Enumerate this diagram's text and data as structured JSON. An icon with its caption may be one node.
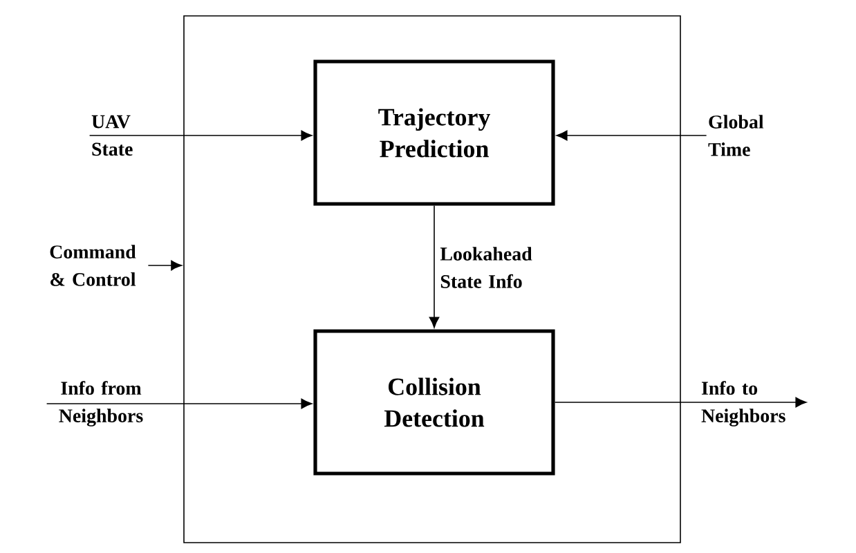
{
  "diagram": {
    "nodes": [
      {
        "text": [],
        "shape": "box"
      },
      {
        "text": [
          "Trajectory Prediction"
        ],
        "in": 0
      },
      {
        "text": [
          "Collision Detection"
        ],
        "in": 0
      },
      {
        "text": [
          "UAV State"
        ]
      },
      {
        "text": [
          "Global Time"
        ]
      },
      {
        "text": [
          "Command & Control"
        ]
      },
      {
        "text": [
          "Info from Neighbors"
        ]
      },
      {
        "text": [
          "Info to Neighbors"
        ]
      }
    ],
    "edges": [
      {
        "from": 3,
        "to": 1,
        "arrow": "to"
      },
      {
        "from": 4,
        "to": 1,
        "arrow": "to"
      },
      {
        "from": 5,
        "to": 0,
        "arrow": "to"
      },
      {
        "from": 1,
        "to": 2,
        "arrow": "to",
        "label": "Lookahead State Info"
      },
      {
        "from": 6,
        "to": 2,
        "arrow": "to"
      },
      {
        "from": 2,
        "to": 7,
        "arrow": "to"
      }
    ]
  }
}
